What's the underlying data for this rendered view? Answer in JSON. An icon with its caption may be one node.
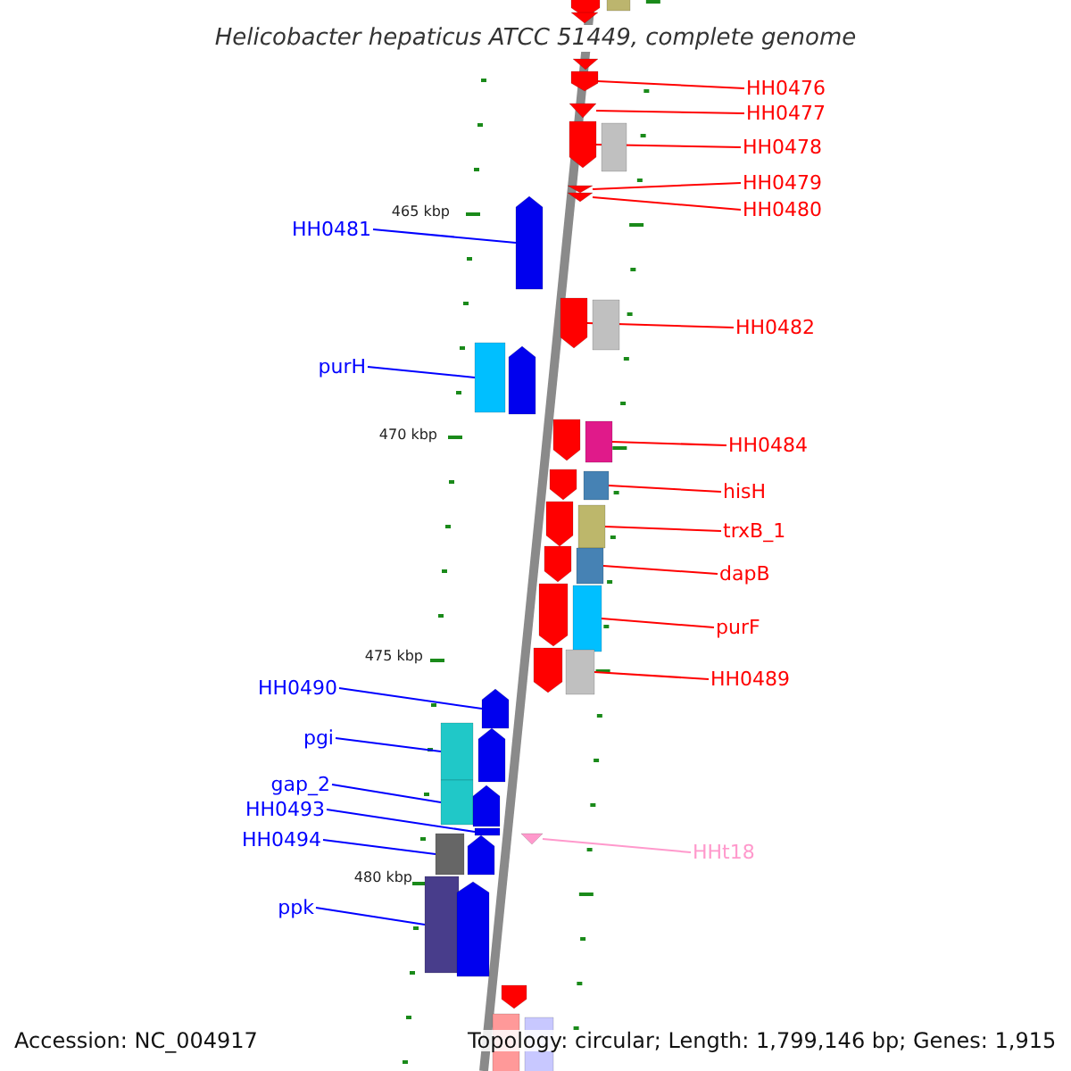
{
  "diagram": {
    "title": "Helicobacter hepaticus ATCC 51449, complete genome",
    "nodes": [
      {
        "text": [
          "HH0476"
        ]
      },
      {
        "text": [],
        "shape": "arrow"
      },
      {
        "text": [
          "HH0477"
        ]
      },
      {
        "text": [],
        "shape": "arrow"
      },
      {
        "text": [
          "HH0478"
        ]
      },
      {
        "text": [],
        "shape": "arrow"
      },
      {
        "text": [
          "HH0479"
        ]
      },
      {
        "text": [],
        "shape": "arrow"
      },
      {
        "text": [
          "HH0480"
        ]
      },
      {
        "text": [],
        "shape": "arrow"
      },
      {
        "text": [
          "HH0481"
        ]
      },
      {
        "text": [],
        "shape": "arrow"
      },
      {
        "text": [
          "HH0482"
        ]
      },
      {
        "text": [],
        "shape": "arrow"
      },
      {
        "text": [
          "purH"
        ]
      },
      {
        "text": [],
        "shape": "box"
      },
      {
        "text": [
          "HH0484"
        ]
      },
      {
        "text": [],
        "shape": "box"
      },
      {
        "text": [
          "hisH"
        ]
      },
      {
        "text": [],
        "shape": "box"
      },
      {
        "text": [
          "trxB_1"
        ]
      },
      {
        "text": [],
        "shape": "box"
      },
      {
        "text": [
          "dapB"
        ]
      },
      {
        "text": [],
        "shape": "box"
      },
      {
        "text": [
          "purF"
        ]
      },
      {
        "text": [],
        "shape": "box"
      },
      {
        "text": [
          "HH0489"
        ]
      },
      {
        "text": [],
        "shape": "box"
      },
      {
        "text": [
          "HH0490"
        ]
      },
      {
        "text": [],
        "shape": "arrow"
      },
      {
        "text": [
          "pgi"
        ]
      },
      {
        "text": [],
        "shape": "box"
      },
      {
        "text": [
          "gap_2"
        ]
      },
      {
        "text": [],
        "shape": "box"
      },
      {
        "text": [
          "HH0493"
        ]
      },
      {
        "text": [],
        "shape": "arrow"
      },
      {
        "text": [
          "HH0494"
        ]
      },
      {
        "text": [],
        "shape": "box"
      },
      {
        "text": [
          "HHt18"
        ]
      },
      {
        "text": [],
        "shape": "triangle"
      },
      {
        "text": [
          "ppk"
        ]
      },
      {
        "text": [],
        "shape": "box"
      },
      {
        "text": [],
        "shape": "arrow"
      },
      {
        "text": [],
        "shape": "box"
      },
      {
        "text": [],
        "shape": "arrow"
      },
      {
        "text": [],
        "shape": "arrow"
      },
      {
        "text": [],
        "shape": "box"
      },
      {
        "text": [],
        "shape": "box"
      },
      {
        "text": [],
        "shape": "arrow"
      },
      {
        "text": [],
        "shape": "arrow"
      },
      {
        "text": [],
        "shape": "arrow"
      },
      {
        "text": [],
        "shape": "arrow"
      },
      {
        "text": [],
        "shape": "arrow"
      },
      {
        "text": [],
        "shape": "arrow"
      },
      {
        "text": [],
        "shape": "arrow"
      },
      {
        "text": [],
        "shape": "arrow"
      },
      {
        "text": [],
        "shape": "arrow"
      },
      {
        "text": [],
        "shape": "arrow"
      },
      {
        "text": [],
        "shape": "arrow"
      },
      {
        "text": [],
        "shape": "arrow"
      },
      {
        "text": [],
        "shape": "box"
      },
      {
        "text": [],
        "shape": "box"
      }
    ],
    "edges": [
      {
        "from": 0,
        "to": 1,
        "arrow": "none"
      },
      {
        "from": 2,
        "to": 3,
        "arrow": "none"
      },
      {
        "from": 4,
        "to": 5,
        "arrow": "none"
      },
      {
        "from": 6,
        "to": 7,
        "arrow": "none"
      },
      {
        "from": 8,
        "to": 9,
        "arrow": "none"
      },
      {
        "from": 10,
        "to": 11,
        "arrow": "none",
        "color": "#0000ff"
      },
      {
        "from": 12,
        "to": 13,
        "arrow": "none"
      },
      {
        "from": 14,
        "to": 15,
        "arrow": "none",
        "color": "#0000ff"
      },
      {
        "from": 16,
        "to": 17,
        "arrow": "none"
      },
      {
        "from": 18,
        "to": 19,
        "arrow": "none"
      },
      {
        "from": 20,
        "to": 21,
        "arrow": "none"
      },
      {
        "from": 22,
        "to": 23,
        "arrow": "none"
      },
      {
        "from": 24,
        "to": 25,
        "arrow": "none"
      },
      {
        "from": 26,
        "to": 27,
        "arrow": "none"
      },
      {
        "from": 28,
        "to": 29,
        "arrow": "none",
        "color": "#0000ff"
      },
      {
        "from": 30,
        "to": 31,
        "arrow": "none",
        "color": "#0000ff"
      },
      {
        "from": 32,
        "to": 33,
        "arrow": "none",
        "color": "#0000ff"
      },
      {
        "from": 34,
        "to": 35,
        "arrow": "none",
        "color": "#0000ff"
      },
      {
        "from": 36,
        "to": 37,
        "arrow": "none",
        "color": "#0000ff"
      },
      {
        "from": 38,
        "to": 39,
        "arrow": "none",
        "color": "#ff99cc"
      },
      {
        "from": 40,
        "to": 41,
        "arrow": "none",
        "color": "#0000ff"
      }
    ],
    "labels": [
      "465 kbp",
      "470 kbp",
      "475 kbp",
      "480 kbp",
      "Accession: NC_004917",
      "Topology: circular; Length: 1,799,146 bp; Genes: 1,915"
    ]
  }
}
